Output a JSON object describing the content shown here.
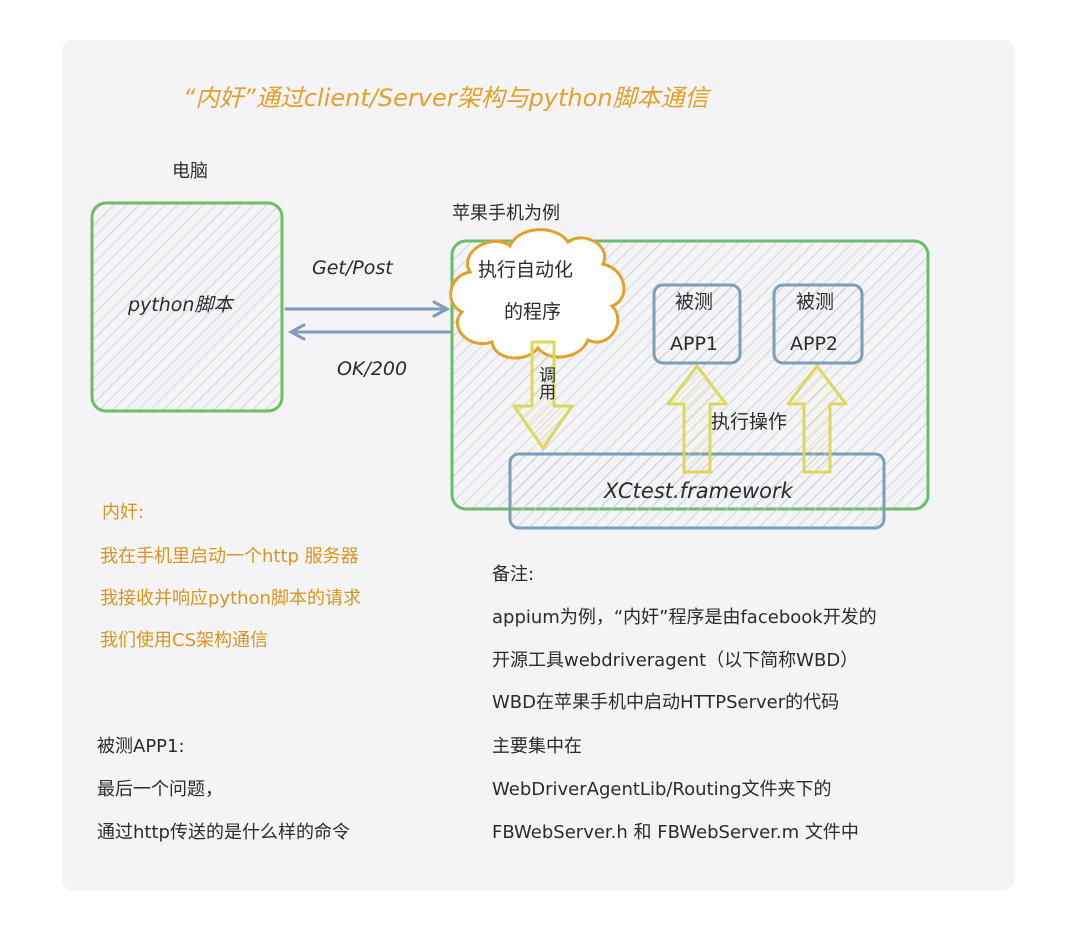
{
  "title": "“内奸”通过client/Server架构与python脚本通信",
  "computer_label": "电脑",
  "python_box": "python脚本",
  "phone_label": "苹果手机为例",
  "get_post": "Get/Post",
  "ok_200": "OK/200",
  "cloud_line1": "执行自动化",
  "cloud_line2": "的程序",
  "call_label": "调用",
  "app1": {
    "line1": "被测",
    "line2": "APP1"
  },
  "app2": {
    "line1": "被测",
    "line2": "APP2"
  },
  "exec_ops": "执行操作",
  "framework": "XCtest.framework",
  "spy_notes": [
    "内奸:",
    "我在手机里启动一个http 服务器",
    "我接收并响应python脚本的请求",
    "我们使用CS架构通信"
  ],
  "app_notes": [
    "被测APP1:",
    "最后一个问题，",
    "通过http传送的是什么样的命令"
  ],
  "remarks": [
    "备注:",
    "appium为例，“内奸”程序是由facebook开发的",
    "开源工具webdriveragent（以下简称WBD）",
    "WBD在苹果手机中启动HTTPServer的代码",
    "主要集中在",
    "WebDriverAgentLib/Routing文件夹下的",
    "FBWebServer.h 和 FBWebServer.m 文件中"
  ],
  "colors": {
    "green": "#6dbd6a",
    "blue": "#7e9db8",
    "orange": "#e3a02a",
    "yellow": "#dcd95a",
    "title": "#e3a02a",
    "hatch": "#c8d2dd"
  }
}
